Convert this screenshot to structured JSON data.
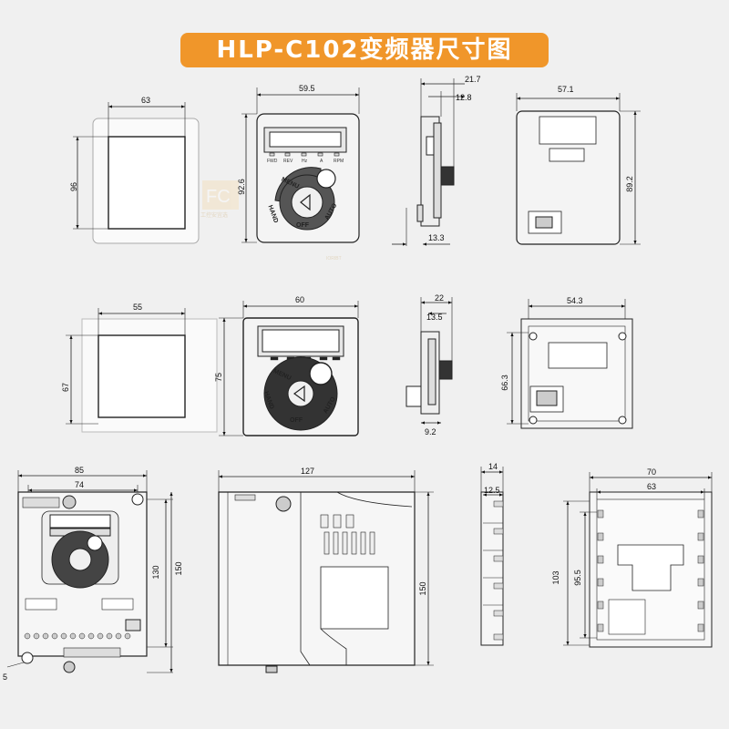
{
  "title": "HLP-C102变频器尺寸图",
  "colors": {
    "accent": "#f0962a",
    "background": "#f0f0f0",
    "line": "#222222"
  },
  "watermark": {
    "logo": "FC",
    "caption": "工控安宜选",
    "caption2": "IORIBT"
  },
  "dims": {
    "r1_window_w": "63",
    "r1_window_h": "96",
    "r1_keypad_w": "59.5",
    "r1_keypad_h": "92.6",
    "r1_side_a": "21.7",
    "r1_side_b": "12.8",
    "r1_side_c": "13.3",
    "r1_back_w": "57.1",
    "r1_back_h": "89.2",
    "r2_window_w": "55",
    "r2_window_h": "67",
    "r2_keypad_w": "60",
    "r2_keypad_h": "75",
    "r2_side_a": "22",
    "r2_side_b": "13.5",
    "r2_side_c": "9.2",
    "r2_back_w": "54.3",
    "r2_back_h": "66.3",
    "r3_front_w1": "85",
    "r3_front_w2": "74",
    "r3_front_h1": "130",
    "r3_front_h2": "150",
    "r3_hole": "5",
    "r3_side_w": "127",
    "r3_side_h": "150",
    "r3_rail_w1": "14",
    "r3_rail_w2": "12.5",
    "r3_back_w1": "70",
    "r3_back_w2": "63",
    "r3_back_h1": "103",
    "r3_back_h2": "95.5"
  },
  "keypad": {
    "indicators": [
      "FWD",
      "REV",
      "Hz",
      "A",
      "RPM"
    ],
    "menu": "MENU",
    "hand": "HAND",
    "off": "OFF",
    "auto": "AUTO"
  }
}
